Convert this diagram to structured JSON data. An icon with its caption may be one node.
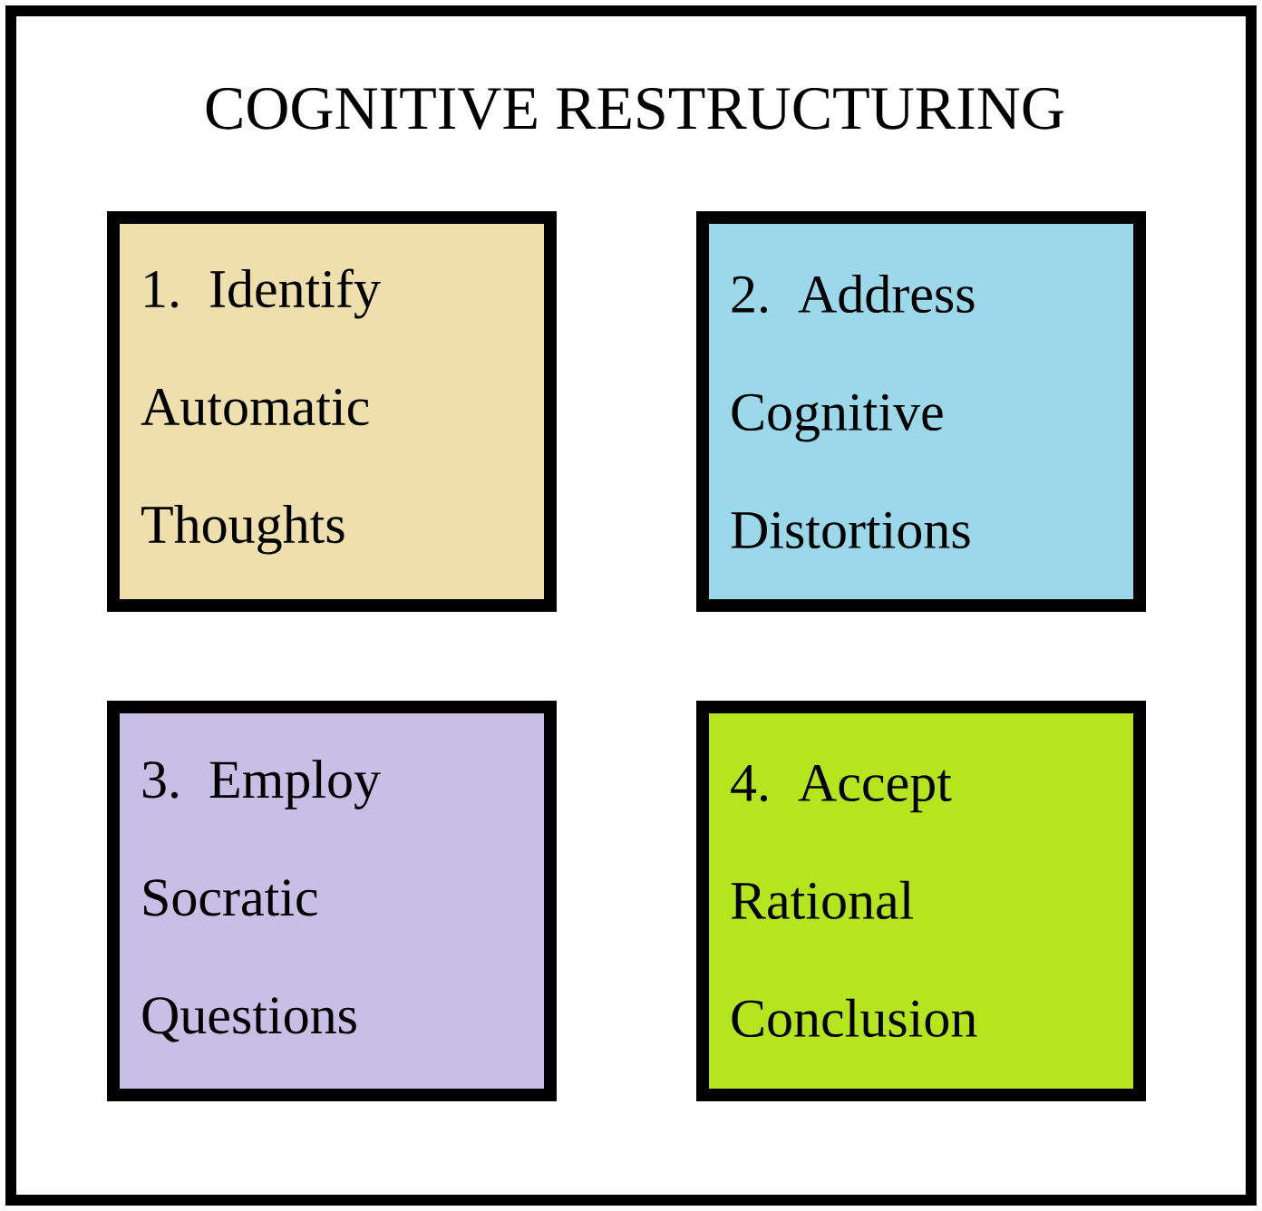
{
  "diagram": {
    "title": "COGNITIVE RESTRUCTURING",
    "nodes": [
      {
        "text": [
          "1. Identify Automatic Thoughts"
        ]
      },
      {
        "text": [
          "2. Address Cognitive Distortions"
        ]
      },
      {
        "text": [
          "3. Employ Socratic Questions"
        ]
      },
      {
        "text": [
          "4. Accept Rational Conclusion"
        ]
      }
    ]
  }
}
